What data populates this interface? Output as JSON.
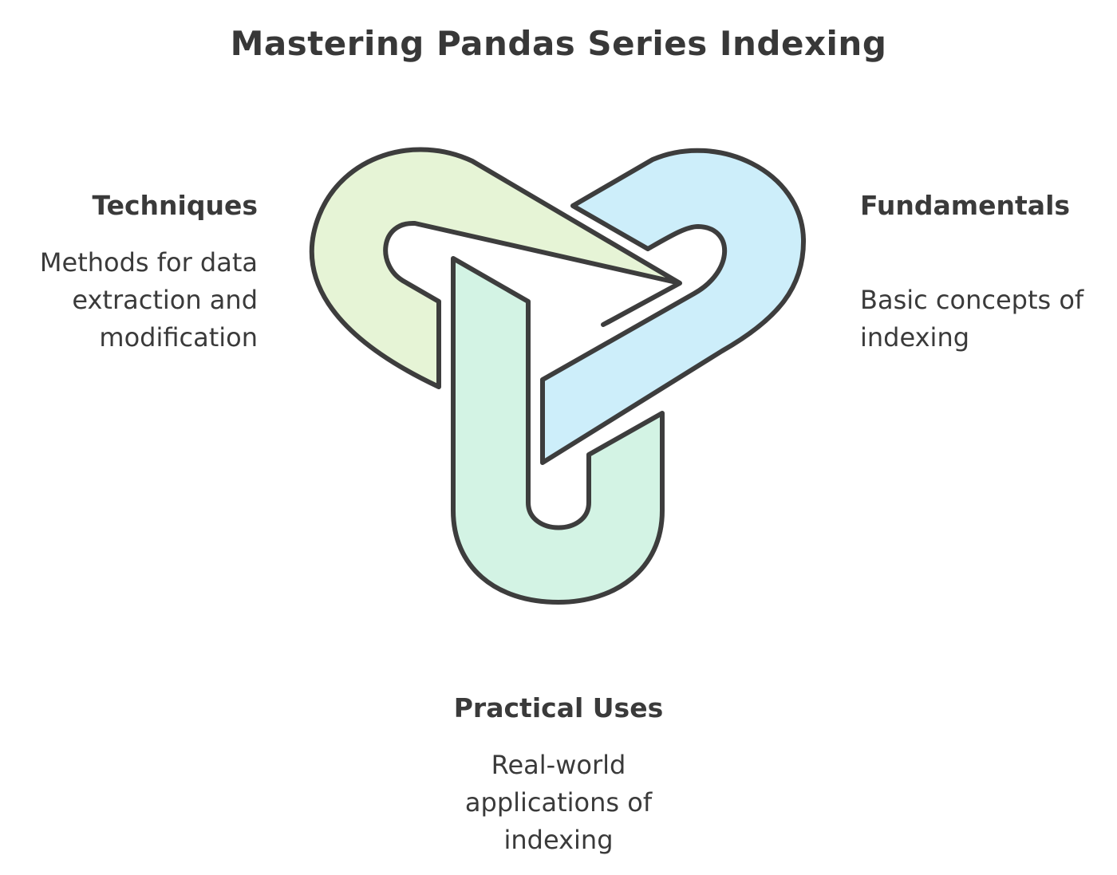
{
  "title": "Mastering Pandas Series Indexing",
  "nodes": {
    "techniques": {
      "heading": "Techniques",
      "description": "Methods for data extraction and modification",
      "color": "#e6f4d6"
    },
    "fundamentals": {
      "heading": "Fundamentals",
      "description": "Basic concepts of indexing",
      "color": "#cdeefa"
    },
    "practical_uses": {
      "heading": "Practical Uses",
      "description": "Real-world applications of indexing",
      "color": "#d3f3e4"
    }
  },
  "colors": {
    "outline": "#3d3d3d",
    "text": "#3a3a3a"
  }
}
